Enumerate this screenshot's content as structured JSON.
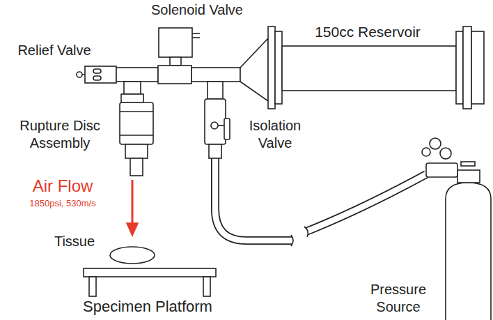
{
  "diagram": {
    "labels": [
      "Solenoid Valve",
      "150cc Reservoir",
      "Relief Valve",
      "Rupture Disc Assembly",
      "Isolation Valve",
      "Air Flow",
      "1850psi, 530m/s",
      "Tissue",
      "Specimen Platform",
      "Pressure Source"
    ]
  }
}
